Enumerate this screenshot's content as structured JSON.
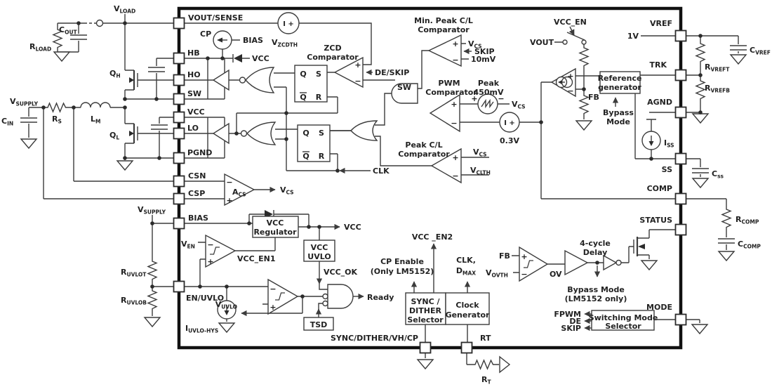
{
  "colors": {
    "wire": "#3c3c3c",
    "border": "#111111",
    "text": "#222222",
    "background": "#ffffff"
  },
  "power": {
    "vload": {
      "t": "V",
      "s": "LOAD"
    },
    "cout": {
      "t": "C",
      "s": "OUT"
    },
    "rload": {
      "t": "R",
      "s": "LOAD"
    },
    "vsupply": {
      "t": "V",
      "s": "SUPPLY"
    },
    "cin": {
      "t": "C",
      "s": "IN"
    },
    "rs": {
      "t": "R",
      "s": "S"
    },
    "lm": {
      "t": "L",
      "s": "M"
    },
    "qh": {
      "t": "Q",
      "s": "H"
    },
    "ql": {
      "t": "Q",
      "s": "L"
    },
    "ruvlot": {
      "t": "R",
      "s": "UVLOT"
    },
    "ruvlob": {
      "t": "R",
      "s": "UVLOB"
    }
  },
  "pins": {
    "vout_sense": "VOUT/SENSE",
    "hb": "HB",
    "ho": "HO",
    "sw": "SW",
    "vcc": "VCC",
    "lo": "LO",
    "pgnd": "PGND",
    "csn": "CSN",
    "csp": "CSP",
    "bias": "BIAS",
    "en_uvlo": "EN/UVLO",
    "vref": "VREF",
    "trk": "TRK",
    "agnd": "AGND",
    "ss": "SS",
    "comp": "COMP",
    "status": "STATUS",
    "mode": "MODE",
    "sync": "SYNC/DITHER/VH/CP",
    "rt": "RT"
  },
  "gate_drive": {
    "cp": "CP",
    "bias": "BIAS",
    "vcc": "VCC",
    "q": "Q",
    "s": "S",
    "r": "R",
    "clk": "CLK"
  },
  "zcd": {
    "title1": "ZCD",
    "title2": "Comparator",
    "vzcdth": {
      "t": "V",
      "s": "ZCDTH"
    },
    "de_skip": "DE/SKIP",
    "sw": "SW"
  },
  "comparators": {
    "min_peak": {
      "title1": "Min. Peak C/L",
      "title2": "Comparator",
      "skip": "SKIP",
      "th": "10mV"
    },
    "pwm": {
      "title1": "PWM",
      "title2": "Comparator",
      "peak1": "Peak",
      "peak2": "450mV",
      "offset": "0.3V"
    },
    "peak_cl": {
      "title1": "Peak C/L",
      "title2": "Comparator",
      "vclth": {
        "t": "V",
        "s": "CLTH"
      }
    },
    "vcs": {
      "t": "V",
      "s": "CS"
    },
    "plus": "+",
    "minus": "−",
    "isrc": "I +"
  },
  "vref_sec": {
    "one_v": "1V",
    "cvref": {
      "t": "C",
      "s": "VREF"
    },
    "rvreft": {
      "t": "R",
      "s": "VREFT"
    },
    "rvrefb": {
      "t": "R",
      "s": "VREFB"
    }
  },
  "err_amp": {
    "vcc_en": "VCC_EN",
    "vout": "VOUT",
    "fb": "FB",
    "ref1": "Reference",
    "ref2": "generator",
    "byp1": "Bypass",
    "byp2": "Mode",
    "iss": {
      "t": "I",
      "s": "SS"
    },
    "css": {
      "t": "C",
      "s": "ss"
    },
    "rcomp": {
      "t": "R",
      "s": "COMP"
    },
    "ccomp": {
      "t": "C",
      "s": "COMP"
    }
  },
  "bias_sec": {
    "acs": {
      "t": "A",
      "s": "CS"
    },
    "ven": {
      "t": "V",
      "s": "EN"
    },
    "vcc_en1": "VCC_EN1",
    "reg1": "VCC",
    "reg2": "Regulator",
    "vcc_out": "VCC",
    "uvlo1": "VCC",
    "uvlo2": "UVLO",
    "vcc_ok": "VCC_OK",
    "ready": "Ready",
    "tsd": "TSD",
    "vuvlo": {
      "t": "V",
      "s": "UVLO"
    },
    "iuvlo": {
      "t": "I",
      "s": "UVLO-HYS"
    }
  },
  "clock": {
    "cp_en1": "CP Enable",
    "cp_en2": "(Only LM5152)",
    "vcc_en2": "VCC _EN2",
    "clk": "CLK,",
    "dmax": {
      "t": "D",
      "s": "MAX"
    },
    "sync1": "SYNC /",
    "sync2": "DITHER",
    "sync3": "Selector",
    "gen1": "Clock",
    "gen2": "Generator",
    "rt": {
      "t": "R",
      "s": "T"
    }
  },
  "status_sec": {
    "fb": "FB",
    "vovth": {
      "t": "V",
      "s": "OVTH"
    },
    "ov": "OV",
    "delay1": "4-cycle",
    "delay2": "Delay",
    "byp1": "Bypass Mode",
    "byp2": "(LM5152 only)"
  },
  "mode_sec": {
    "fpwm": "FPWM",
    "de": "DE",
    "skip": "SKIP",
    "sel1": "Switching Mode",
    "sel2": "Selector"
  }
}
